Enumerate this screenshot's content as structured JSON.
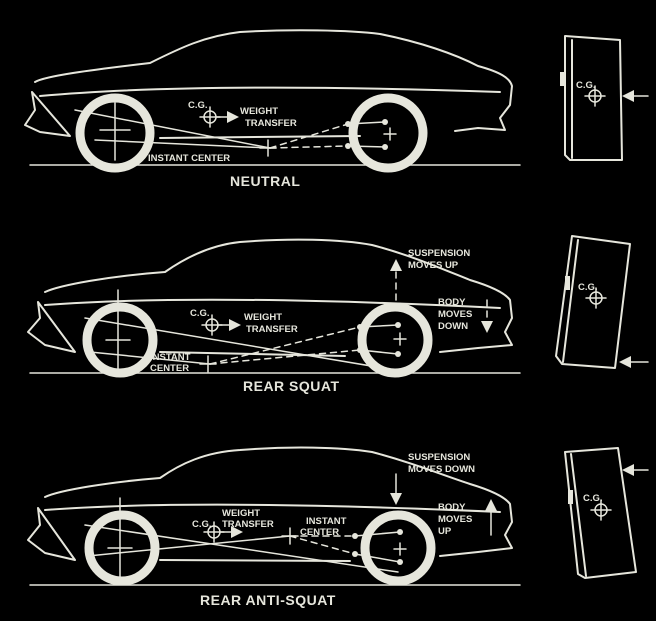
{
  "panels": [
    {
      "caption": "NEUTRAL",
      "cg_label": "C.G.",
      "weight_label": [
        "WEIGHT",
        "TRANSFER"
      ],
      "instant_label": [
        "INSTANT CENTER"
      ],
      "suspension_label": [],
      "body_label": [],
      "rear_view_cg": "C.G."
    },
    {
      "caption": "REAR SQUAT",
      "cg_label": "C.G.",
      "weight_label": [
        "WEIGHT",
        "TRANSFER"
      ],
      "instant_label": [
        "INSTANT",
        "CENTER"
      ],
      "suspension_label": [
        "SUSPENSION",
        "MOVES UP"
      ],
      "body_label": [
        "BODY",
        "MOVES",
        "DOWN"
      ],
      "rear_view_cg": "C.G."
    },
    {
      "caption": "REAR ANTI-SQUAT",
      "cg_label": "C.G.",
      "weight_label": [
        "WEIGHT",
        "TRANSFER"
      ],
      "instant_label": [
        "INSTANT",
        "CENTER"
      ],
      "suspension_label": [
        "SUSPENSION",
        "MOVES DOWN"
      ],
      "body_label": [
        "BODY",
        "MOVES",
        "UP"
      ],
      "rear_view_cg": "C.G."
    }
  ]
}
